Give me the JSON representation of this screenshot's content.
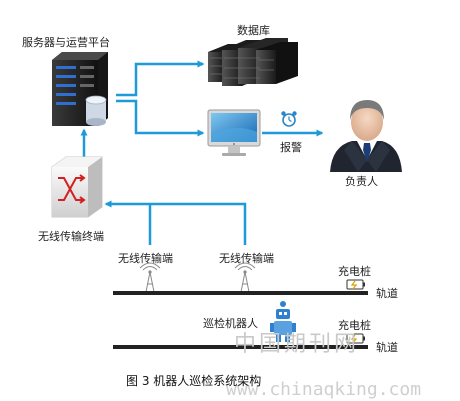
{
  "labels": {
    "server": "服务器与运营平台",
    "database": "数据库",
    "alarm": "报警",
    "person": "负责人",
    "wireless_terminal": "无线传输终端",
    "wireless_node_1": "无线传输端",
    "wireless_node_2": "无线传输端",
    "charger_1": "充电桩",
    "charger_2": "充电桩",
    "track_1": "轨道",
    "track_2": "轨道",
    "robot": "巡检机器人"
  },
  "caption": "图 3   机器人巡检系统架构",
  "watermark": {
    "chinese": "中国期刊网",
    "url": "www.chinaqking.com"
  },
  "colors": {
    "arrow": "#1e9ad8",
    "track": "#222222",
    "text": "#222222"
  }
}
